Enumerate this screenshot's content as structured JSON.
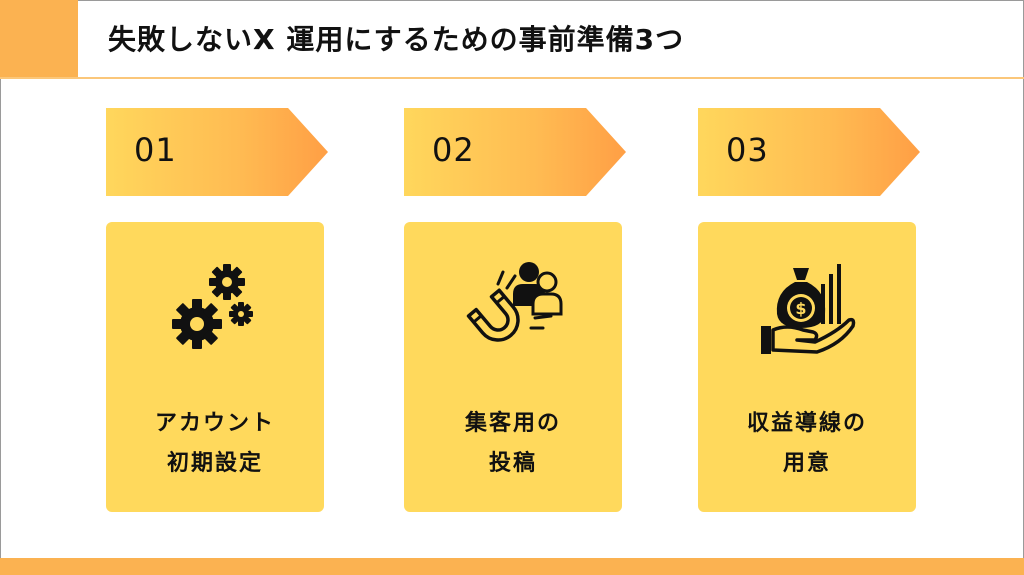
{
  "title": "失敗しないX 運用にするための事前準備3つ",
  "steps": [
    {
      "number": "01",
      "line1": "アカウント",
      "line2": "初期設定",
      "icon": "gears-icon"
    },
    {
      "number": "02",
      "line1": "集客用の",
      "line2": "投稿",
      "icon": "magnet-people-icon"
    },
    {
      "number": "03",
      "line1": "収益導線の",
      "line2": "用意",
      "icon": "money-bag-hand-icon"
    }
  ],
  "colors": {
    "accent": "#fbb251",
    "card": "#ffd95c",
    "arrow_start": "#ffd75c",
    "arrow_end": "#ff9f45"
  }
}
